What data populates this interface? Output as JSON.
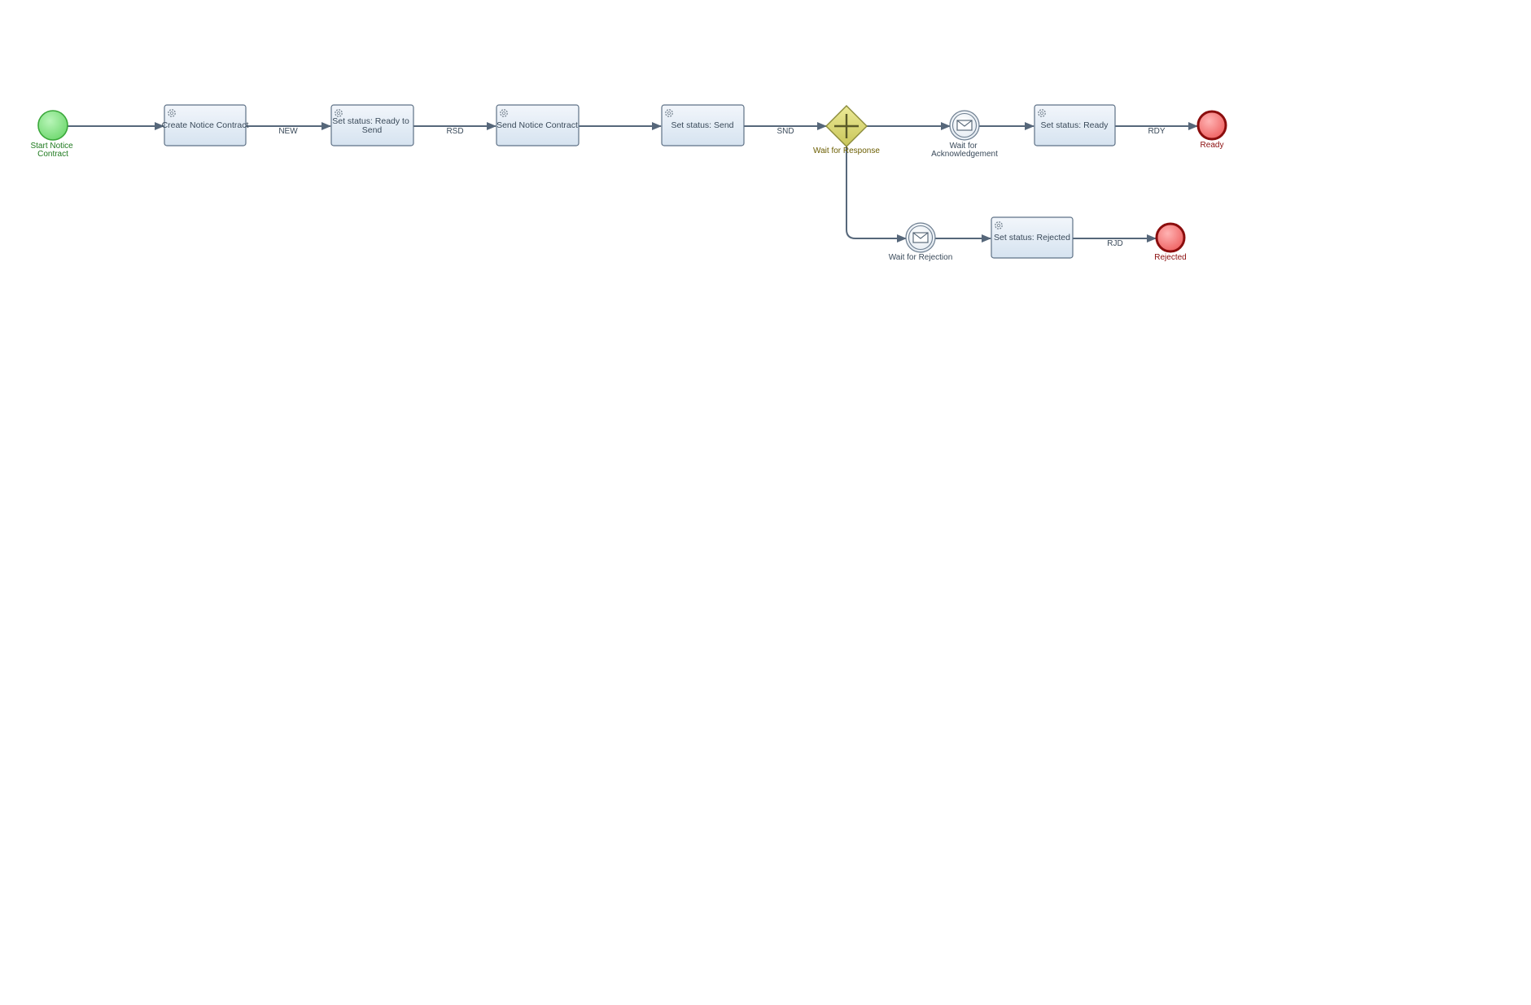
{
  "diagram": {
    "nodes": {
      "start": {
        "label": [
          "Start Notice",
          "Contract"
        ],
        "type": "start-event"
      },
      "create_notice": {
        "label": [
          "Create Notice Contract"
        ],
        "type": "service-task"
      },
      "set_ready_to_send": {
        "label": [
          "Set status: Ready to",
          "Send"
        ],
        "type": "service-task"
      },
      "send_notice": {
        "label": [
          "Send Notice Contract"
        ],
        "type": "service-task"
      },
      "set_send": {
        "label": [
          "Set status: Send"
        ],
        "type": "service-task"
      },
      "gateway": {
        "label": [
          "Wait for Response"
        ],
        "type": "parallel-gateway"
      },
      "wait_ack": {
        "label": [
          "Wait for",
          "Acknowledgement"
        ],
        "type": "message-catch-event"
      },
      "set_ready": {
        "label": [
          "Set status: Ready"
        ],
        "type": "service-task"
      },
      "end_ready": {
        "label": [
          "Ready"
        ],
        "type": "end-event"
      },
      "wait_rejection": {
        "label": [
          "Wait for Rejection"
        ],
        "type": "message-catch-event"
      },
      "set_rejected": {
        "label": [
          "Set status: Rejected"
        ],
        "type": "service-task"
      },
      "end_rejected": {
        "label": [
          "Rejected"
        ],
        "type": "end-event"
      }
    },
    "flows": [
      {
        "from": "start",
        "to": "create_notice",
        "label": ""
      },
      {
        "from": "create_notice",
        "to": "set_ready_to_send",
        "label": "NEW"
      },
      {
        "from": "set_ready_to_send",
        "to": "send_notice",
        "label": "RSD"
      },
      {
        "from": "send_notice",
        "to": "set_send",
        "label": ""
      },
      {
        "from": "set_send",
        "to": "gateway",
        "label": "SND"
      },
      {
        "from": "gateway",
        "to": "wait_ack",
        "label": ""
      },
      {
        "from": "wait_ack",
        "to": "set_ready",
        "label": ""
      },
      {
        "from": "set_ready",
        "to": "end_ready",
        "label": "RDY"
      },
      {
        "from": "gateway",
        "to": "wait_rejection",
        "label": ""
      },
      {
        "from": "wait_rejection",
        "to": "set_rejected",
        "label": ""
      },
      {
        "from": "set_rejected",
        "to": "end_rejected",
        "label": "RJD"
      }
    ],
    "colors": {
      "start_fill": "#8ee68e",
      "start_stroke": "#3aa83a",
      "start_label": "#1f7a1f",
      "end_fill": "#f47b7b",
      "end_stroke": "#8b0d0d",
      "end_label": "#8b0d0d",
      "gateway_fill": "#d9d66e",
      "gateway_stroke": "#8a8a3a",
      "gateway_label": "#6b5d00",
      "task_fill_top": "#f2f6fb",
      "task_fill_bottom": "#d6e3f0",
      "task_stroke": "#5e7186",
      "flow_stroke": "#56677a",
      "text": "#3a4a5a"
    },
    "icons": {
      "service_task": "gear-icon",
      "message_event": "envelope-icon",
      "parallel_gateway": "plus-icon"
    }
  }
}
